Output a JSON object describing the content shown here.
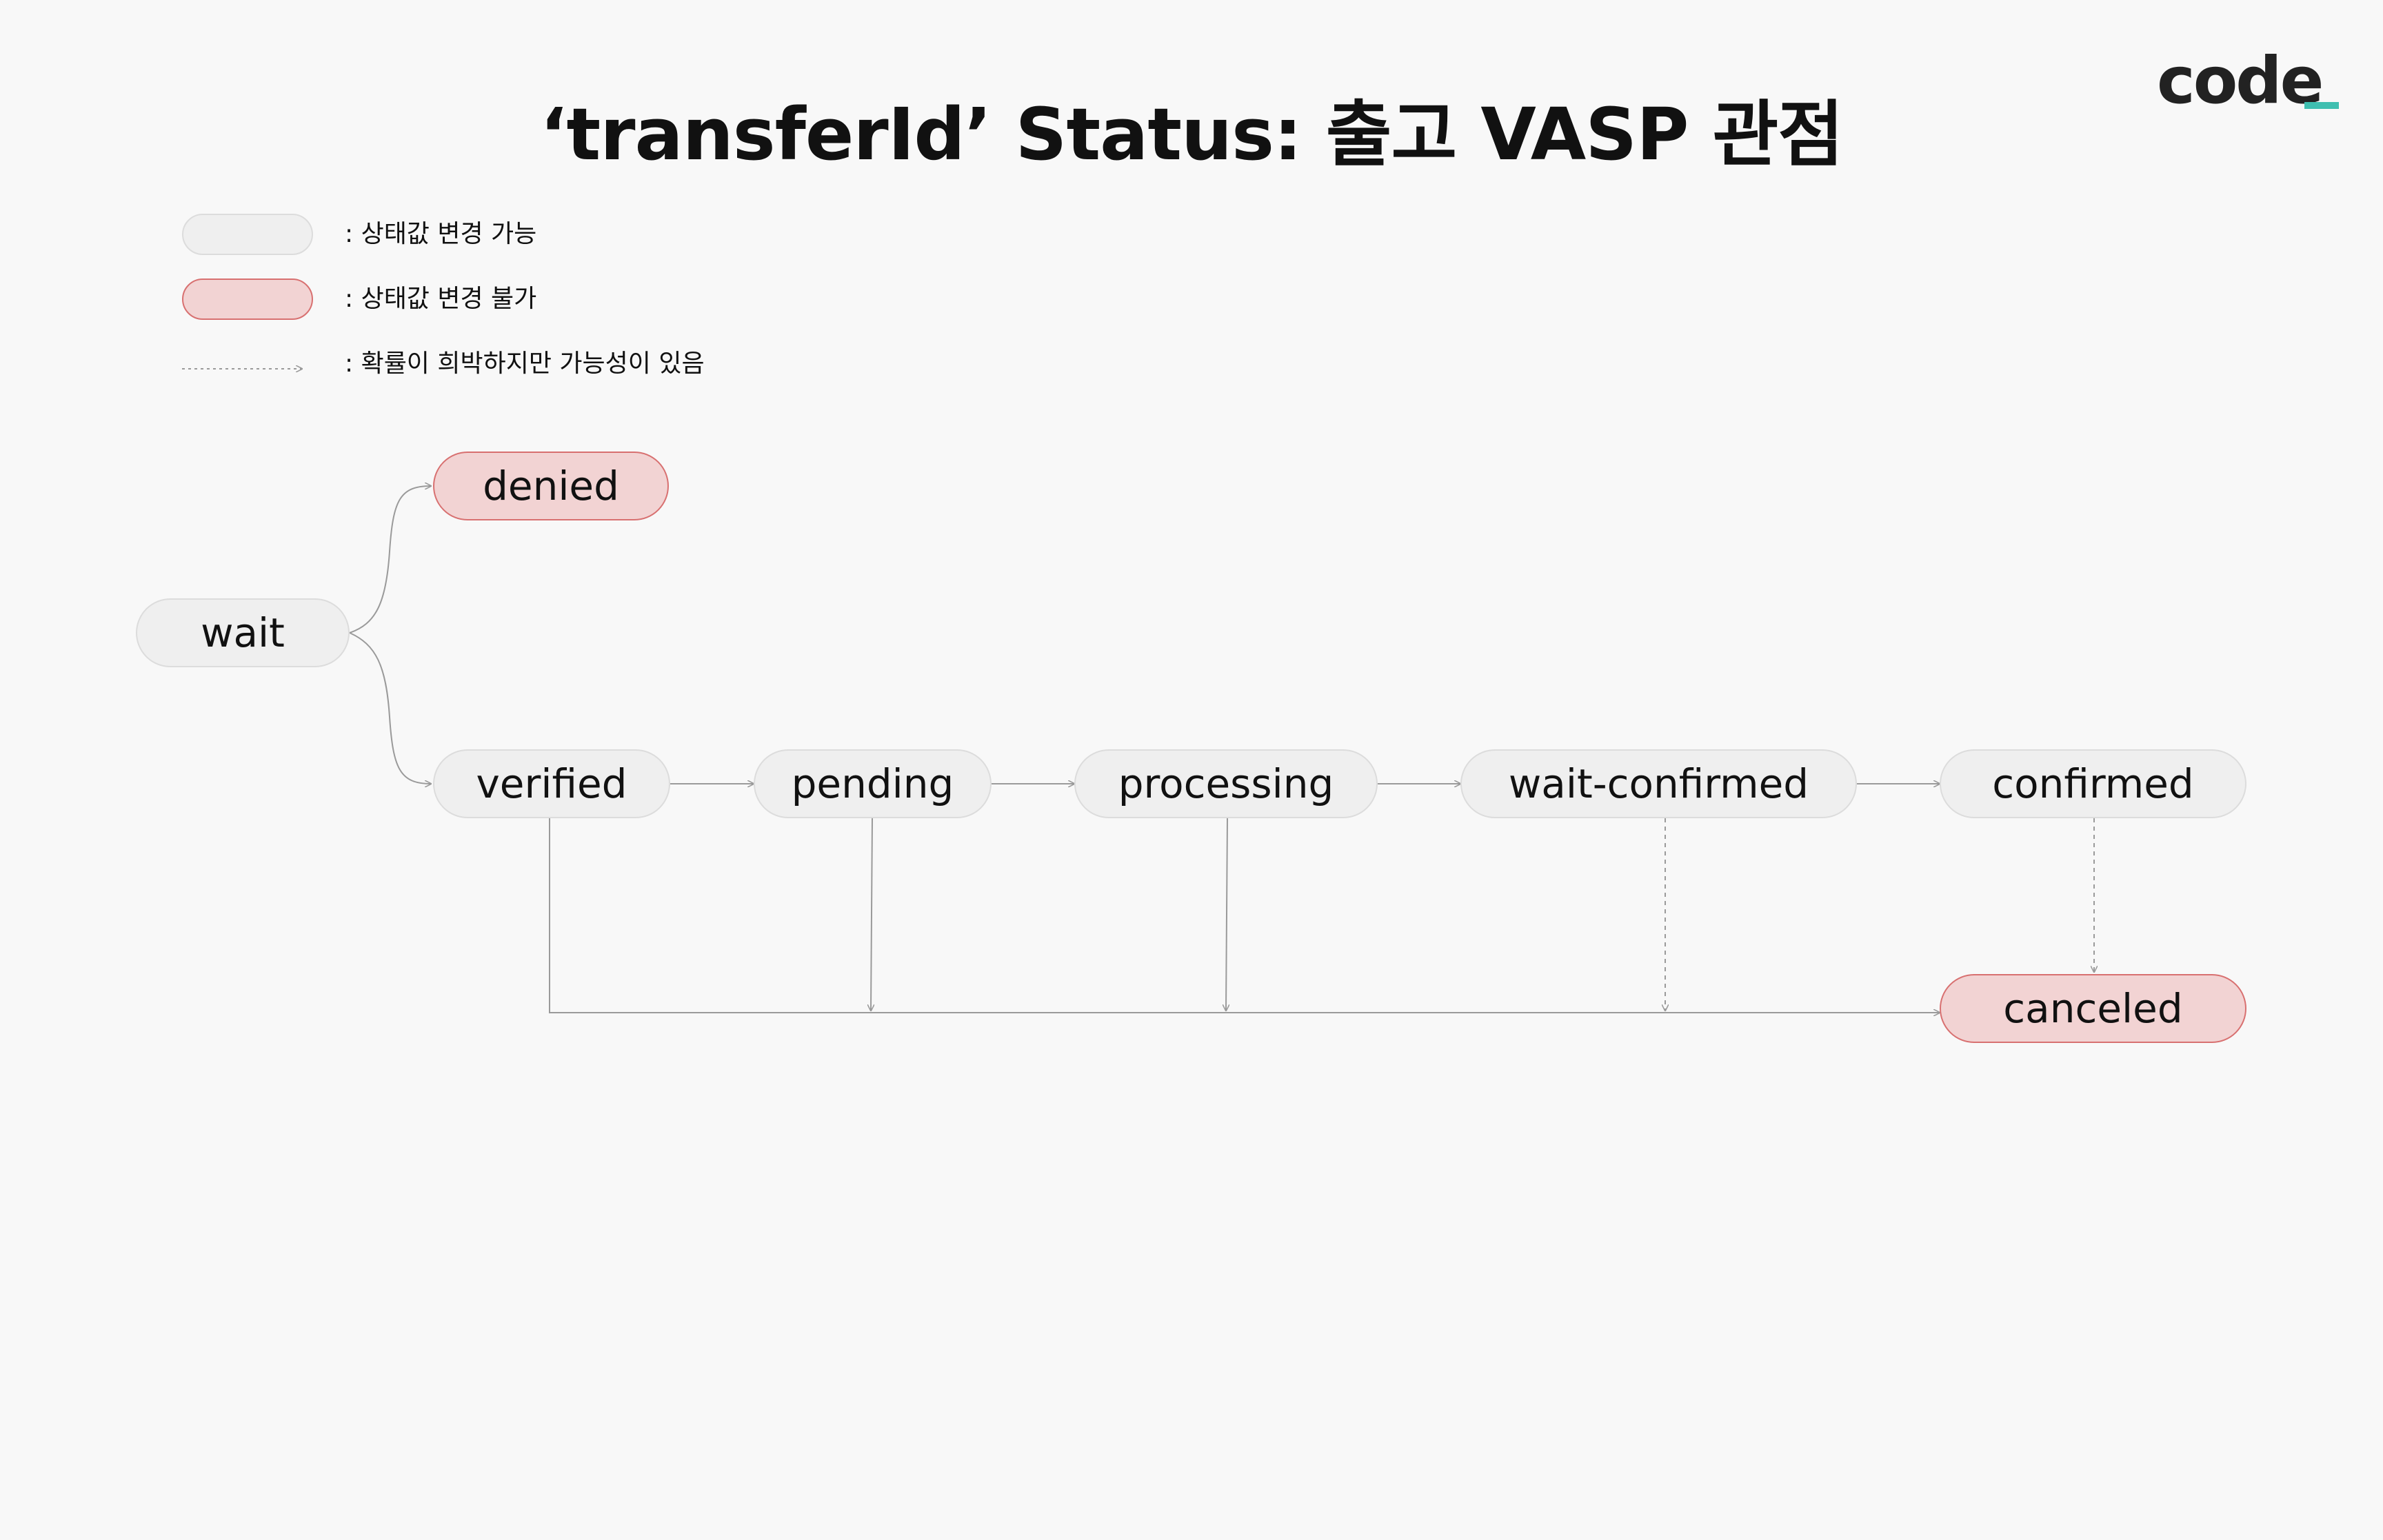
{
  "title": "‘transferId’ Status: 출고 VASP 관점",
  "logo": "code",
  "legend": {
    "changeable": ": 상태값 변경 가능",
    "fixed": ": 상태값 변경 불가",
    "dotted": ": 확률이 희박하지만 가능성이 있음"
  },
  "nodes": {
    "wait": "wait",
    "denied": "denied",
    "verified": "verified",
    "pending": "pending",
    "processing": "processing",
    "wait_confirmed": "wait-confirmed",
    "confirmed": "confirmed",
    "canceled": "canceled"
  },
  "colors": {
    "changeable_fill": "#efefef",
    "changeable_border": "#dcdcdc",
    "fixed_fill": "#f2d3d3",
    "fixed_border": "#d87070",
    "edge": "#9a9a9a",
    "logo_accent": "#3fbfb0"
  }
}
